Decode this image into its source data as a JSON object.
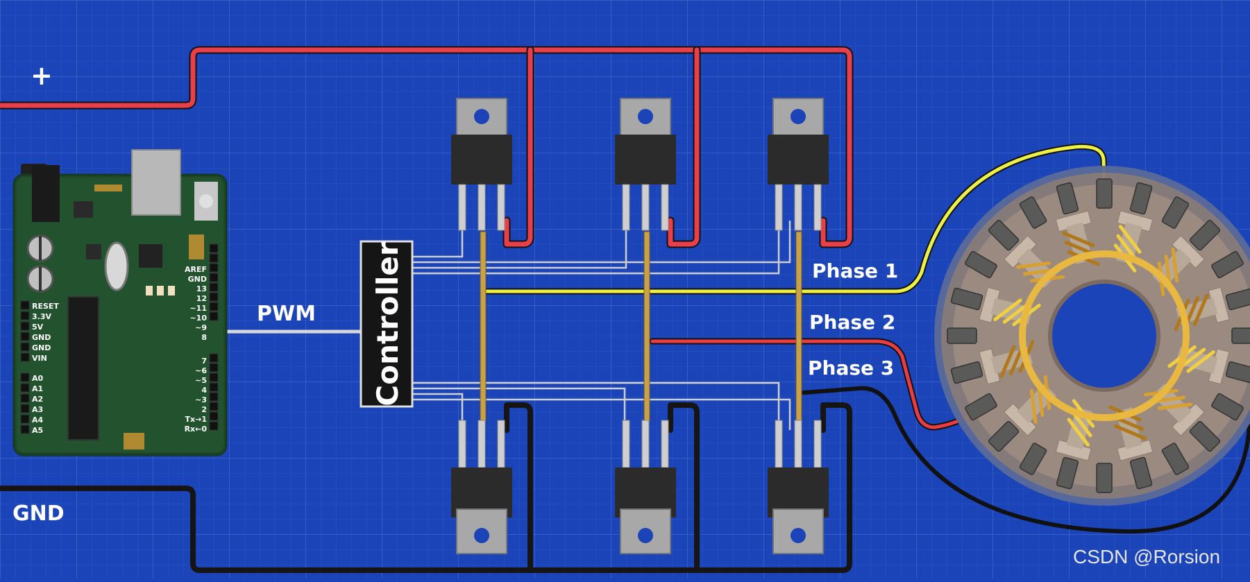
{
  "labels": {
    "positive": "+",
    "ground": "GND",
    "pwm": "PWM",
    "controller": "Controller",
    "phase1": "Phase 1",
    "phase2": "Phase 2",
    "phase3": "Phase 3"
  },
  "arduino": {
    "pins_right": [
      "AREF",
      "GND",
      "13",
      "12",
      "~11",
      "~10",
      "~9",
      "8",
      "7",
      "~6",
      "~5",
      "4",
      "~3",
      "2",
      "Tx→1",
      "Rx←0"
    ],
    "pins_left": [
      "RESET",
      "3.3V",
      "5V",
      "GND",
      "GND",
      "VIN",
      "A0",
      "A1",
      "A2",
      "A3",
      "A4",
      "A5"
    ]
  },
  "watermark": "CSDN @Rorsion",
  "colors": {
    "background": "#1a44b8",
    "positive_wire": "#e8404a",
    "ground_wire": "#151515",
    "phase1_wire": "#eef04a",
    "phase2_wire": "#ea3c44",
    "phase3_wire": "#151515",
    "pwm_wire": "#d8d8d8",
    "gate_bar": "#c8a24a",
    "mosfet_body": "#2b2b2b",
    "mosfet_tab": "#a8a8a8",
    "board": "#1f4a2a"
  }
}
